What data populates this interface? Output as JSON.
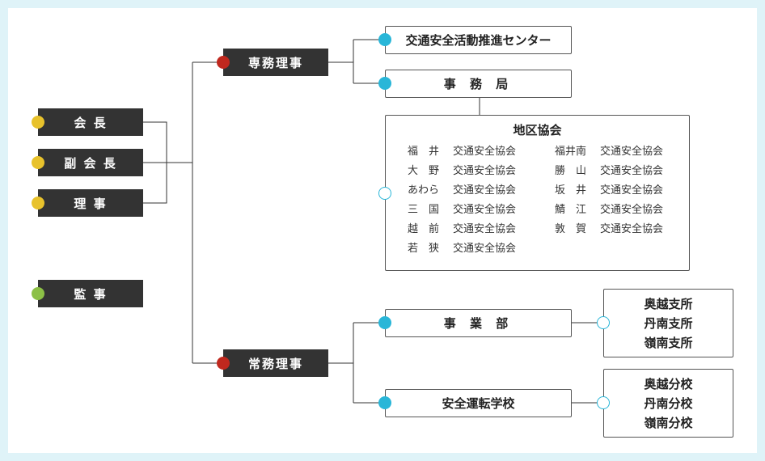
{
  "colors": {
    "frame": "#dff3f8",
    "dark_box": "#333333",
    "dot_yellow": "#e8c22c",
    "dot_green": "#8cc046",
    "dot_red": "#c0281e",
    "dot_cyan": "#29b6d8",
    "line": "#333333"
  },
  "officers": {
    "chairman": "会 長",
    "vice_chairman": "副 会 長",
    "director": "理 事",
    "auditor": "監 事"
  },
  "managing": {
    "executive_director": "専務理事",
    "standing_director": "常務理事"
  },
  "units": {
    "safety_center": "交通安全活動推進センター",
    "secretariat": "事 務 局",
    "business_dept": "事 業 部",
    "driving_school": "安全運転学校"
  },
  "regional": {
    "title": "地区協会",
    "left": [
      {
        "place": "福　井",
        "org": "交通安全協会"
      },
      {
        "place": "大　野",
        "org": "交通安全協会"
      },
      {
        "place": "あわら",
        "org": "交通安全協会"
      },
      {
        "place": "三　国",
        "org": "交通安全協会"
      },
      {
        "place": "越　前",
        "org": "交通安全協会"
      },
      {
        "place": "若　狭",
        "org": "交通安全協会"
      }
    ],
    "right": [
      {
        "place": "福井南",
        "org": "交通安全協会"
      },
      {
        "place": "勝　山",
        "org": "交通安全協会"
      },
      {
        "place": "坂　井",
        "org": "交通安全協会"
      },
      {
        "place": "鯖　江",
        "org": "交通安全協会"
      },
      {
        "place": "敦　賀",
        "org": "交通安全協会"
      }
    ]
  },
  "branches": [
    "奥越支所",
    "丹南支所",
    "嶺南支所"
  ],
  "school_branches": [
    "奥越分校",
    "丹南分校",
    "嶺南分校"
  ]
}
